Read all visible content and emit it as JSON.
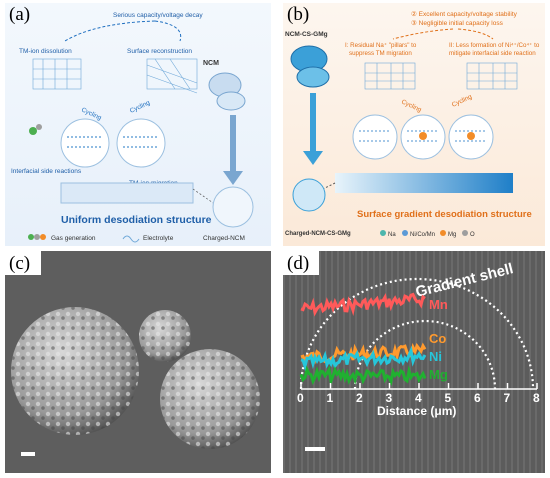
{
  "panel_a": {
    "label": "(a)",
    "top_text": "Serious capacity/voltage decay",
    "tm_dissolution": "TM-ion dissolution",
    "surface_reconstruction": "Surface reconstruction",
    "cycling1": "Cycling",
    "cycling2": "Cycling",
    "interfacial": "Interfacial side reactions",
    "tm_migration": "TM-ion migration",
    "ncm": "NCM",
    "title": "Uniform desodiation structure",
    "legend_gas": "Gas generation",
    "legend_electrolyte": "Electrolyte",
    "charged_ncm": "Charged-NCM"
  },
  "panel_b": {
    "label": "(b)",
    "stability1": "② Excellent capacity/voltage stability",
    "stability2": "③ Negligible initial capacity loss",
    "ncm_cs": "NCM-CS-GMg",
    "residual1": "I: Residual Na⁺ \"pillars\" to",
    "residual2": "suppress TM migration",
    "less1": "II: Less formation of Ni⁴⁺/Co⁴⁺ to",
    "less2": "mitigate interfacial side reaction",
    "cycling1": "Cycling",
    "cycling2": "Cycling",
    "charged": "Charged-NCM-CS-GMg",
    "title": "Surface gradient desodiation structure",
    "legend": [
      "Na",
      "Ni/Co/Mn",
      "Mg",
      "O"
    ],
    "colors": {
      "na": "#4db6ac",
      "tm": "#5c9ad6",
      "mg": "#f28c28",
      "o": "#9e9e9e"
    }
  },
  "panel_c": {
    "label": "(c)"
  },
  "panel_d": {
    "label": "(d)",
    "shell": "Gradient shell",
    "elements": [
      "Mn",
      "Co",
      "Ni",
      "Mg"
    ],
    "element_colors": {
      "Mn": "#ff5a5a",
      "Co": "#ff9a2e",
      "Ni": "#26c6da",
      "Mg": "#20b030"
    },
    "ticks": [
      "0",
      "1",
      "2",
      "3",
      "4",
      "5",
      "6",
      "7",
      "8"
    ],
    "axis_label": "Distance (μm)"
  }
}
